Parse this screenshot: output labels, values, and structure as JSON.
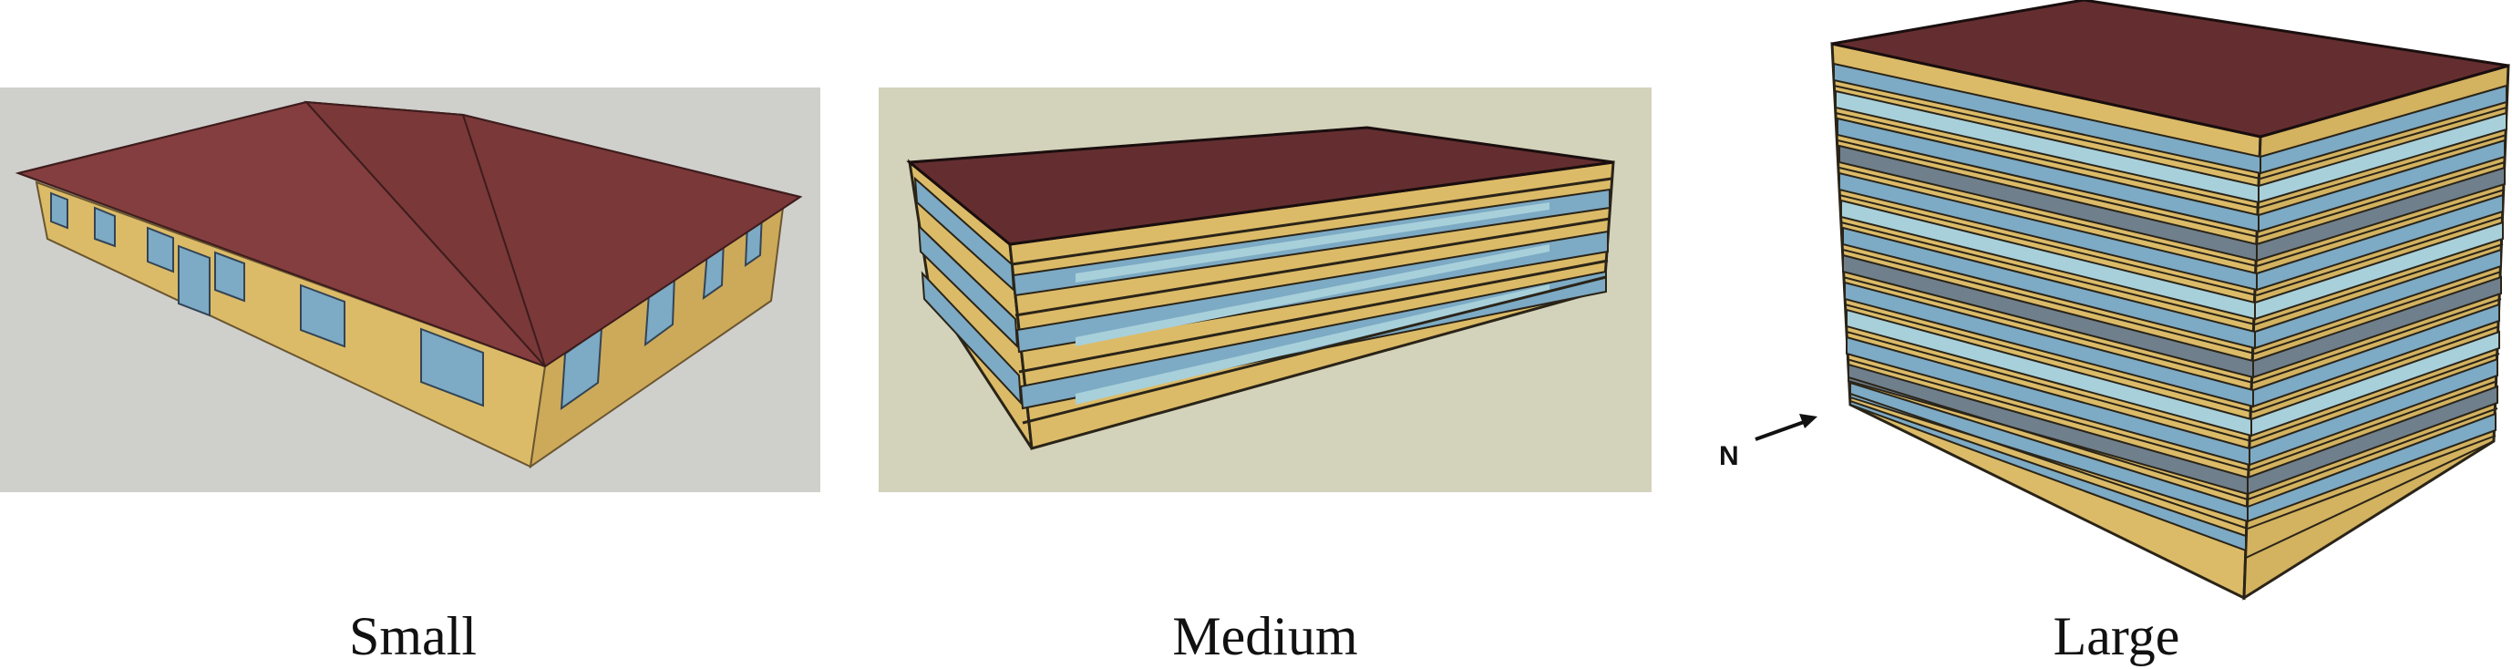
{
  "figure": {
    "captions": {
      "small": "Small",
      "medium": "Medium",
      "large": "Large"
    },
    "north_label": "N",
    "colors": {
      "roof": "#843e3f",
      "roof_dark": "#642e30",
      "wall": "#dcbb68",
      "glass": "#7daac4",
      "glass_light": "#a8d0da",
      "glass_dark": "#6f7f8c",
      "background_small": "#cfcfcc",
      "background_medium": "#d3d2bb",
      "outline": "#2a2418"
    },
    "icons": [
      "north-arrow-icon"
    ]
  }
}
